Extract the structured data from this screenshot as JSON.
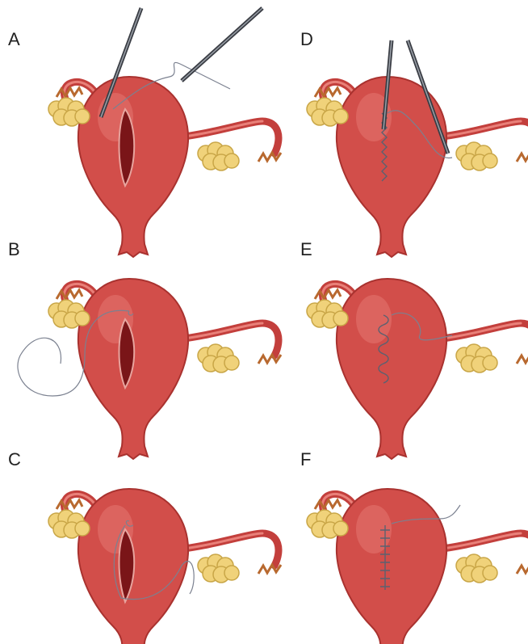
{
  "panels": [
    {
      "label": "A",
      "stage": "open-incision",
      "instruments": true,
      "loose_suture": "above"
    },
    {
      "label": "B",
      "stage": "open-incision",
      "instruments": false,
      "loose_suture": "left-loop"
    },
    {
      "label": "C",
      "stage": "open-incision",
      "instruments": false,
      "loose_suture": "lower-right-loop"
    },
    {
      "label": "D",
      "stage": "closed-running-stitch",
      "instruments": true,
      "loose_suture": "right"
    },
    {
      "label": "E",
      "stage": "closed-running-stitch",
      "instruments": false,
      "loose_suture": "right"
    },
    {
      "label": "F",
      "stage": "closed-interrupted-stitch",
      "instruments": false,
      "loose_suture": "top-right"
    }
  ],
  "colors": {
    "uterus": "#d24e4a",
    "uterus_shadow": "#a9322f",
    "uterus_highlight": "#e98079",
    "incision": "#7a1518",
    "ovary": "#f0d27a",
    "ovary_edge": "#c9a647",
    "fringe": "#b8692f",
    "suture": "#7b8190",
    "instrument": "#3a3d44",
    "instrument_light": "#9aa0a8"
  }
}
